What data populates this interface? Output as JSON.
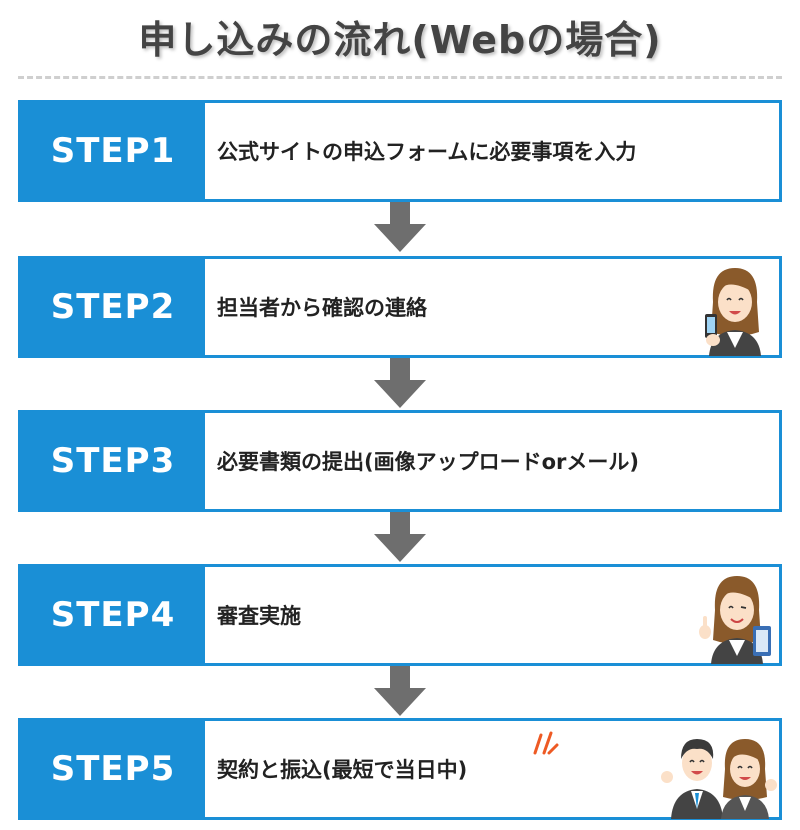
{
  "title": "申し込みの流れ(Webの場合)",
  "steps": [
    {
      "label": "STEP1",
      "text": "公式サイトの申込フォームに必要事項を入力"
    },
    {
      "label": "STEP2",
      "text": "担当者から確認の連絡"
    },
    {
      "label": "STEP3",
      "text": "必要書類の提出(画像アップロードorメール)"
    },
    {
      "label": "STEP4",
      "text": "審査実施"
    },
    {
      "label": "STEP5",
      "text": "契約と振込(最短で当日中)"
    }
  ],
  "colors": {
    "accent": "#1a8fd6",
    "arrow": "#6e6e6e",
    "title": "#444444",
    "text": "#222222"
  },
  "icons": {
    "arrow": "arrow-down-icon",
    "step2": "woman-with-phone-icon",
    "step4": "woman-winking-with-clipboard-icon",
    "step5": "man-and-woman-cheering-icon",
    "emphasis": "emphasis-lines-icon"
  }
}
